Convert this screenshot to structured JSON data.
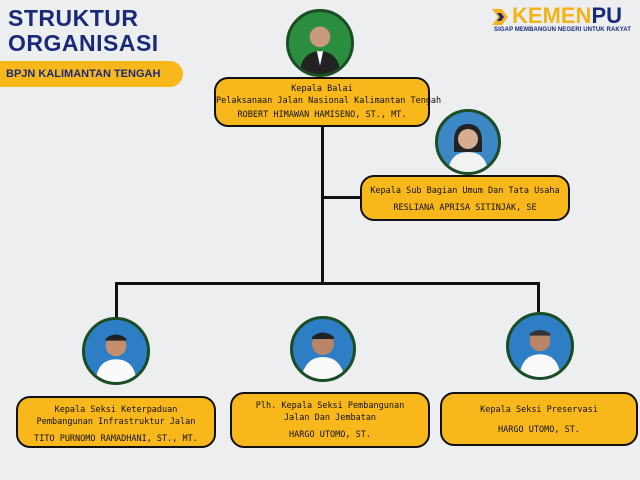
{
  "header": {
    "title_line1": "STRUKTUR",
    "title_line2": "ORGANISASI",
    "unit": "BPJN KALIMANTAN TENGAH"
  },
  "logo": {
    "brand_part1": "KEMEN",
    "brand_part2": "PU",
    "tagline": "SIGAP MEMBANGUN NEGERI UNTUK RAKYAT",
    "icon": "pu-logo-icon"
  },
  "colors": {
    "background": "#eceef0",
    "box_fill": "#f8b81c",
    "title": "#1b2a78",
    "photo_background": "#2f8f45"
  },
  "nodes": {
    "head": {
      "position_line1": "Kepala Balai",
      "position_line2": "Pelaksanaan Jalan Nasional Kalimantan Tengah",
      "name": "ROBERT HIMAWAN HAMISENO, ST., MT."
    },
    "sub_bagian": {
      "position_line1": "Kepala Sub Bagian Umum Dan Tata Usaha",
      "name": "RESLIANA APRISA SITINJAK, SE"
    },
    "seksi_keterpaduan": {
      "position_line1": "Kepala Seksi Keterpaduan",
      "position_line2": "Pembangunan Infrastruktur Jalan",
      "name": "TITO PURNOMO RAMADHANI, ST., MT."
    },
    "seksi_pembangunan": {
      "position_line1": "Plh. Kepala Seksi Pembangunan",
      "position_line2": "Jalan Dan Jembatan",
      "name": "HARGO UTOMO, ST."
    },
    "seksi_preservasi": {
      "position_line1": "Kepala Seksi Preservasi",
      "name": "HARGO UTOMO, ST."
    }
  }
}
